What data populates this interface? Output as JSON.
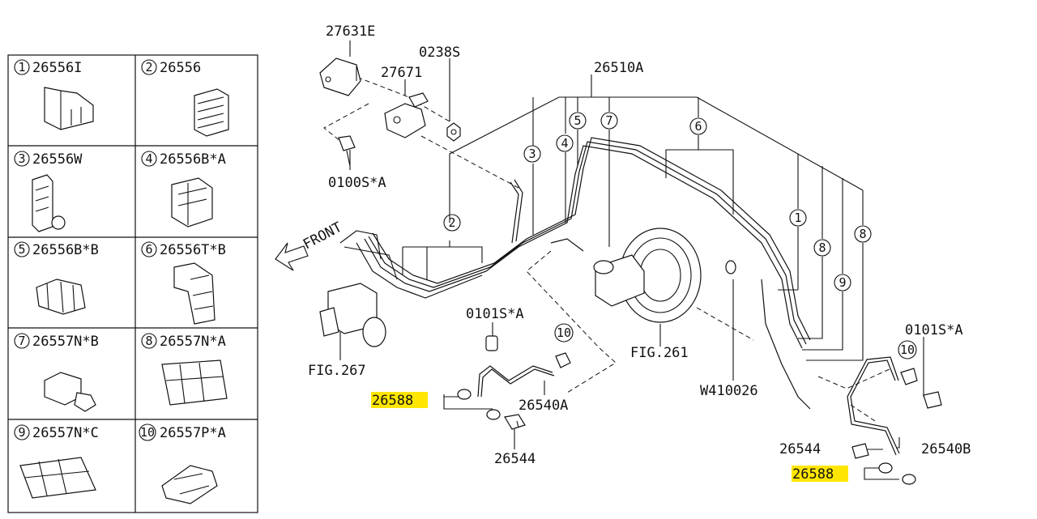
{
  "legend": {
    "cells": [
      {
        "num": "1",
        "part": "26556I"
      },
      {
        "num": "2",
        "part": "26556"
      },
      {
        "num": "3",
        "part": "26556W"
      },
      {
        "num": "4",
        "part": "26556B*A"
      },
      {
        "num": "5",
        "part": "26556B*B"
      },
      {
        "num": "6",
        "part": "26556T*B"
      },
      {
        "num": "7",
        "part": "26557N*B"
      },
      {
        "num": "8",
        "part": "26557N*A"
      },
      {
        "num": "9",
        "part": "26557N*C"
      },
      {
        "num": "10",
        "part": "26557P*A"
      }
    ]
  },
  "labels": {
    "p27631e": "27631E",
    "p0238s": "0238S",
    "p27671": "27671",
    "p26510a": "26510A",
    "p0100sa": "0100S*A",
    "front": "FRONT",
    "fig267": "FIG.267",
    "p0101sa_left": "0101S*A",
    "p0101sa_right": "0101S*A",
    "fig261": "FIG.261",
    "w410026": "W410026",
    "p26588_left": "26588",
    "p26588_right": "26588",
    "p26540a": "26540A",
    "p26544_left": "26544",
    "p26544_right": "26544",
    "p26540b": "26540B"
  },
  "callouts": {
    "c2": "2",
    "c3": "3",
    "c4": "4",
    "c5": "5",
    "c7": "7",
    "c6": "6",
    "c1": "1",
    "c8a": "8",
    "c9": "9",
    "c8b": "8",
    "c10_left": "10",
    "c10_right": "10"
  },
  "colors": {
    "line": "#111111",
    "highlight": "#ffe600",
    "background": "#ffffff"
  }
}
